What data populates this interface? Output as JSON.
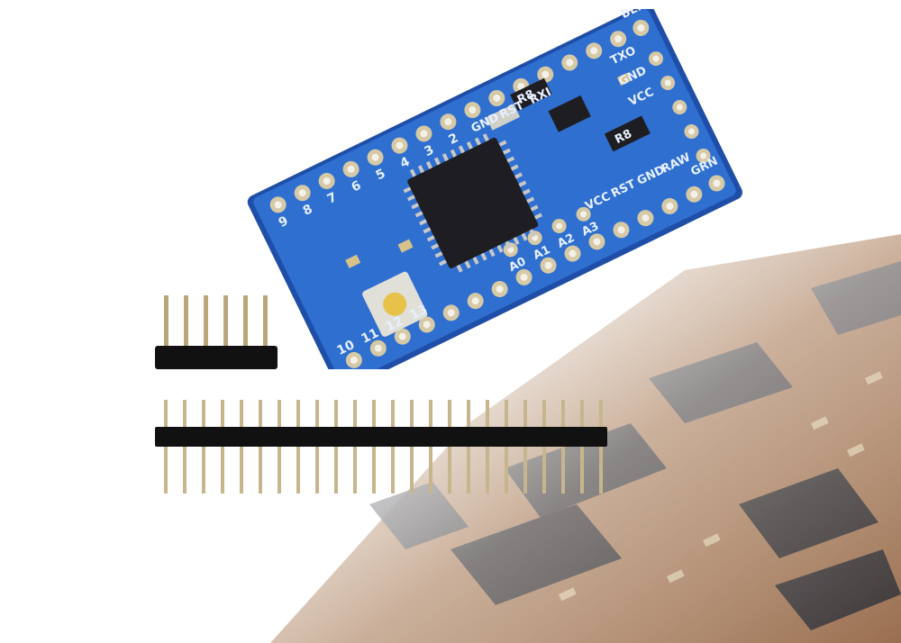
{
  "image": {
    "colors": {
      "background": "#ffffff",
      "pcb_blue": "#2f6fd0",
      "pcb_edge": "#1f4ea8",
      "pad_gold": "#d6c9a6",
      "chip_black": "#1e1e22",
      "pin_brass": "#b9a67a",
      "header_black": "#111111",
      "motherboard_brown": "#b98f6a"
    },
    "board": {
      "top_labels": [
        "BLK",
        "TXO",
        "GND",
        "GND",
        "RST",
        "RXI",
        "VCC"
      ],
      "right_labels": [
        "GRN",
        "RAW",
        "GND",
        "RST",
        "VCC"
      ],
      "left_numbers": [
        "9",
        "8",
        "7",
        "6",
        "5",
        "4",
        "3",
        "2"
      ],
      "bottom_numbers": [
        "10",
        "11",
        "12",
        "13"
      ],
      "analog_labels": [
        "A0",
        "A1",
        "A2",
        "A3"
      ],
      "side_codes": [
        "R8",
        "R8"
      ]
    },
    "headers": {
      "short_pin_count": 6,
      "long_pin_count": 24
    }
  }
}
